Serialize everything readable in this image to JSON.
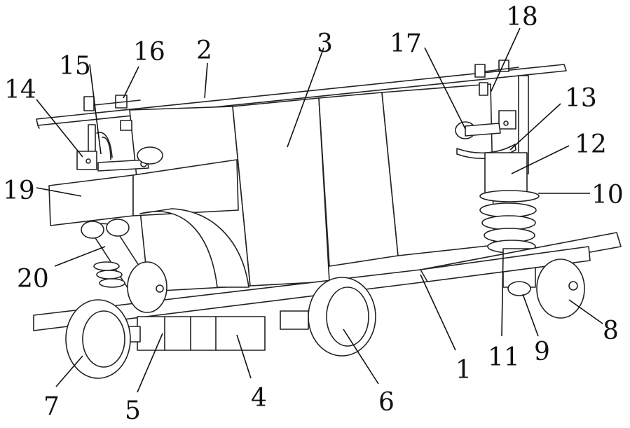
{
  "figure": {
    "callouts": [
      {
        "id": "1",
        "text": "1"
      },
      {
        "id": "2",
        "text": "2"
      },
      {
        "id": "3",
        "text": "3"
      },
      {
        "id": "4",
        "text": "4"
      },
      {
        "id": "5",
        "text": "5"
      },
      {
        "id": "6",
        "text": "6"
      },
      {
        "id": "7",
        "text": "7"
      },
      {
        "id": "8",
        "text": "8"
      },
      {
        "id": "9",
        "text": "9"
      },
      {
        "id": "10",
        "text": "10"
      },
      {
        "id": "11",
        "text": "11"
      },
      {
        "id": "12",
        "text": "12"
      },
      {
        "id": "13",
        "text": "13"
      },
      {
        "id": "14",
        "text": "14"
      },
      {
        "id": "15",
        "text": "15"
      },
      {
        "id": "16",
        "text": "16"
      },
      {
        "id": "17",
        "text": "17"
      },
      {
        "id": "18",
        "text": "18"
      },
      {
        "id": "19",
        "text": "19"
      },
      {
        "id": "20",
        "text": "20"
      }
    ]
  }
}
